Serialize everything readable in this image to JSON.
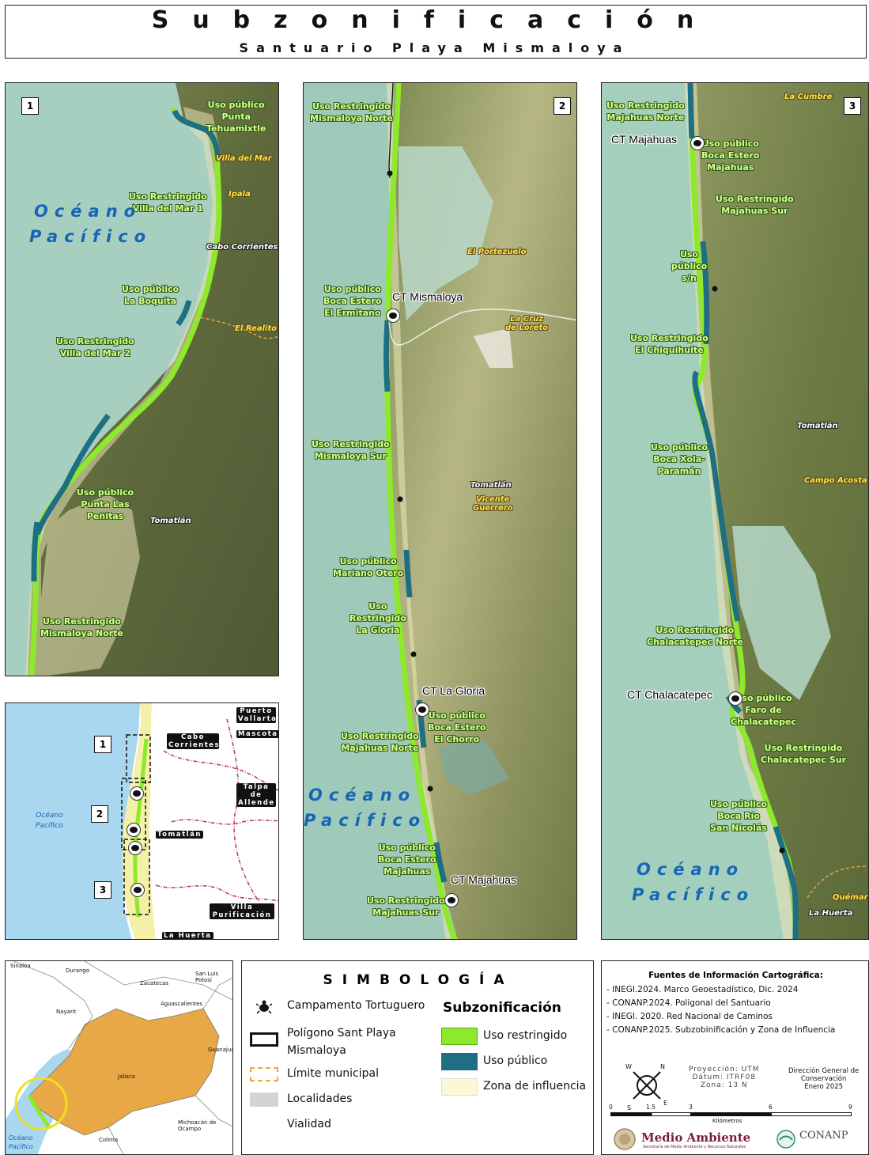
{
  "header": {
    "title": "Subzonificación",
    "subtitle": "Santuario Playa Mismaloya"
  },
  "panel1": {
    "number": "1",
    "ocean": [
      "Océano",
      "Pacífico"
    ],
    "zones": [
      {
        "name": "Uso público Punta Tehuamixtle",
        "lines": [
          "Uso público",
          "Punta",
          "Tehuamixtle"
        ]
      },
      {
        "name": "Uso Restringido Villa del Mar 1",
        "lines": [
          "Uso Restringido",
          "Villa del Mar 1"
        ]
      },
      {
        "name": "Uso público La Boquita",
        "lines": [
          "Uso público",
          "La Boquita"
        ]
      },
      {
        "name": "Uso Restringido Villa del Mar 2",
        "lines": [
          "Uso Restringido",
          "Villa del Mar 2"
        ]
      },
      {
        "name": "Uso público Punta Las Peñitas",
        "lines": [
          "Uso público",
          "Punta Las",
          "Peñitas"
        ]
      },
      {
        "name": "Uso Restringido Mismaloya Norte",
        "lines": [
          "Uso Restringido",
          "Mismaloya Norte"
        ]
      }
    ],
    "localities": [
      "Villa del Mar",
      "Ipala",
      "Cabo Corrientes",
      "El Realito",
      "Tomatlán"
    ]
  },
  "panel2": {
    "number": "2",
    "ocean": [
      "Océano",
      "Pacífico"
    ],
    "zones": [
      {
        "lines": [
          "Uso Restringido",
          "Mismaloya Norte"
        ]
      },
      {
        "lines": [
          "Uso público",
          "Boca Estero",
          "El Ermitaño"
        ]
      },
      {
        "lines": [
          "Uso Restringido",
          "Mismaloya Sur"
        ]
      },
      {
        "lines": [
          "Uso público",
          "Mariano Otero"
        ]
      },
      {
        "lines": [
          "Uso",
          "Restringido",
          "La Gloria"
        ]
      },
      {
        "lines": [
          "Uso público",
          "Boca Estero",
          "El Chorro"
        ]
      },
      {
        "lines": [
          "Uso Restringido",
          "Majahuas Norte"
        ]
      },
      {
        "lines": [
          "Uso público",
          "Boca Estero",
          "Majahuas"
        ]
      },
      {
        "lines": [
          "Uso Restringido",
          "Majahuas Sur"
        ]
      }
    ],
    "camps": [
      "CT Mismaloya",
      "CT La Gloria",
      "CT Majahuas"
    ],
    "localities": [
      "El Portezuelo",
      "La Cruz de Loreto",
      "Tomatlán",
      "Vicente Guerrero"
    ]
  },
  "panel3": {
    "number": "3",
    "ocean": [
      "Océano",
      "Pacífico"
    ],
    "zones": [
      {
        "lines": [
          "Uso Restringido",
          "Majahuas Norte"
        ]
      },
      {
        "lines": [
          "Uso público",
          "Boca Estero",
          "Majahuas"
        ]
      },
      {
        "lines": [
          "Uso Restringido",
          "Majahuas Sur"
        ]
      },
      {
        "lines": [
          "Uso",
          "público",
          "s/n"
        ]
      },
      {
        "lines": [
          "Uso Restringido",
          "El Chiquihuite"
        ]
      },
      {
        "lines": [
          "Uso público",
          "Boca Xola-",
          "Paramán"
        ]
      },
      {
        "lines": [
          "Uso Restringido",
          "Chalacatepec Norte"
        ]
      },
      {
        "lines": [
          "Uso público",
          "Faro de",
          "Chalacatepec"
        ]
      },
      {
        "lines": [
          "Uso Restringido",
          "Chalacatepec Sur"
        ]
      },
      {
        "lines": [
          "Uso público",
          "Boca Río",
          "San Nicolás"
        ]
      }
    ],
    "camps": [
      "CT Majahuas",
      "CT Chalacatepec"
    ],
    "localities": [
      "La Cumbre",
      "Tomatlán",
      "Campo Acosta",
      "Quémaro",
      "La Huerta"
    ]
  },
  "overview": {
    "ocean": [
      "Océano",
      "Pacífico"
    ],
    "boxes": [
      "1",
      "2",
      "3"
    ],
    "places": [
      "Puerto Vallarta",
      "Cabo Corrientes",
      "Mascota",
      "Talpa de Allende",
      "Tomatlán",
      "Villa Purificación",
      "La Huerta"
    ]
  },
  "locator": {
    "states": [
      "Sinaloa",
      "Durango",
      "Zacatecas",
      "San Luis Potosí",
      "Aguascalientes",
      "Nayarit",
      "Jalisco",
      "Guanajuato",
      "Michoacán de Ocampo",
      "Colima"
    ],
    "ocean": [
      "Océano",
      "Pacífico"
    ]
  },
  "legend": {
    "title": "SIMBOLOGÍA",
    "items": [
      "Campamento Tortuguero",
      "Polígono Sant Playa Mismaloya",
      "Límite municipal",
      "Localidades",
      "Vialidad"
    ],
    "subzon_title": "Subzonificación",
    "subzon_items": [
      {
        "label": "Uso restringido",
        "color": "#8ee82c"
      },
      {
        "label": "Uso público",
        "color": "#1e6f84"
      },
      {
        "label": "Zona de influencia",
        "color": "#fbf8d6"
      }
    ]
  },
  "sources": {
    "title": "Fuentes de Información Cartográfica:",
    "lines": [
      "- INEGI.2024. Marco Geoestadístico, Dic. 2024",
      "- CONANP.2024. Poligonal del Santuario",
      "- INEGI. 2020. Red Nacional de Caminos",
      "- CONANP.2025. Subzobinificación y Zona de Influencia"
    ],
    "projection": [
      "Proyección: UTM",
      "Dátum: ITRF08",
      "Zona: 13 N"
    ],
    "agency": [
      "Dirección General de",
      "Conservación",
      "Enero 2025"
    ],
    "scale_ticks": [
      "0",
      "1.5",
      "3",
      "6",
      "9"
    ],
    "scale_unit": "Kilómetros",
    "logo_left": "Medio Ambiente",
    "logo_left_sub": "Secretaría de Medio Ambiente y Recursos Naturales",
    "logo_right": "CONANP",
    "compass": [
      "N",
      "S",
      "E",
      "W"
    ]
  },
  "colors": {
    "restringido": "#8ee82c",
    "publico": "#1e6f84",
    "influencia": "#fbf8d6",
    "sea": "#a9d8c8",
    "land": "#6f7d4a",
    "jalisco": "#e8a845"
  }
}
